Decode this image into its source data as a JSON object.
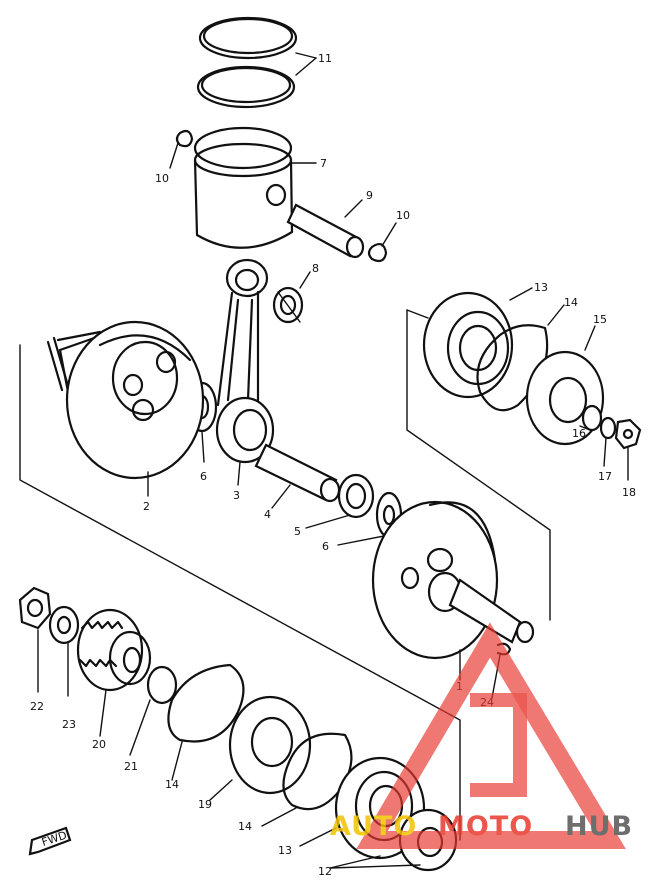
{
  "callouts": [
    "11",
    "7",
    "10",
    "9",
    "10",
    "8",
    "13",
    "14",
    "15",
    "6",
    "3",
    "2",
    "4",
    "5",
    "6",
    "16",
    "17",
    "18",
    "1",
    "24",
    "22",
    "23",
    "20",
    "21",
    "14",
    "19",
    "14",
    "13",
    "12"
  ],
  "fwd_label": "FWD",
  "watermark": {
    "part1": "AUTO",
    "part2": "MOTO",
    "part3": "HUB",
    "accent": "#e8392f",
    "yellow": "#f2c200",
    "grey": "#555555"
  }
}
